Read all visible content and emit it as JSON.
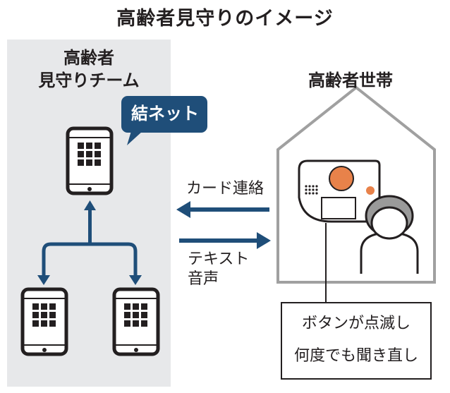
{
  "title": "高齢者見守りのイメージ",
  "team": {
    "label_line1": "高齢者",
    "label_line2": "見守りチーム",
    "bubble": "結ネット"
  },
  "household": {
    "label": "高齢者世帯"
  },
  "arrows": {
    "card_contact": "カード連絡",
    "text_line1": "テキスト",
    "text_line2": "音声"
  },
  "callout": {
    "line1": "ボタンが点滅し",
    "line2": "何度でも聞き直し"
  },
  "colors": {
    "navy": "#1f4e79",
    "panel": "#e7e8ea",
    "orange": "#e8824a",
    "gray": "#a0a0a0"
  }
}
